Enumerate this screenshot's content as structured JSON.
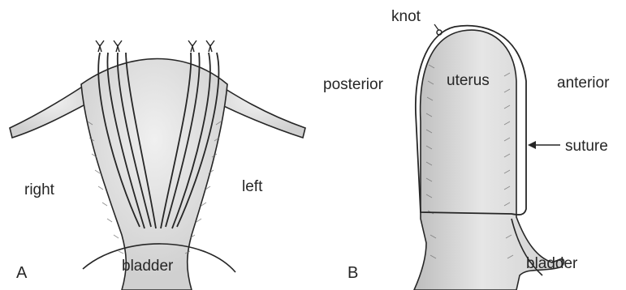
{
  "panels": {
    "a": {
      "letter": "A",
      "labels": {
        "right": "right",
        "left": "left",
        "bladder": "bladder"
      }
    },
    "b": {
      "letter": "B",
      "labels": {
        "knot": "knot",
        "posterior": "posterior",
        "uterus": "uterus",
        "anterior": "anterior",
        "suture": "suture",
        "bladder": "bladder"
      }
    }
  },
  "colors": {
    "tissue_fill": "#d0d0d0",
    "tissue_highlight": "#f0f0f0",
    "stroke": "#262626",
    "background": "#ffffff"
  }
}
